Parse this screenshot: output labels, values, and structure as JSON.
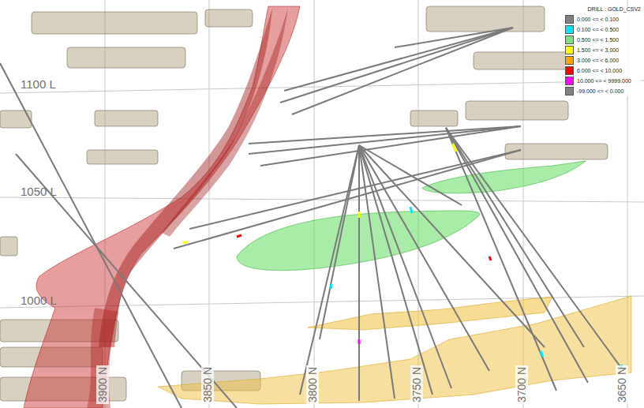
{
  "diagram": {
    "labels": [
      "1100 L",
      "1050 L",
      "1000 L",
      "3900 N",
      "3850 N",
      "3800 N",
      "3750 N",
      "3700 N",
      "3650 N",
      "DRILL : GOLD_CSV2"
    ],
    "legend": [
      {
        "text": "0.000 <= < 0.100",
        "color": "#808080"
      },
      {
        "text": "0.100 <= < 0.500",
        "color": "#00e5ff"
      },
      {
        "text": "0.500 <= < 1.500",
        "color": "#7fe07f"
      },
      {
        "text": "1.500 <= < 3.000",
        "color": "#ffff00"
      },
      {
        "text": "3.000 <= < 6.000",
        "color": "#ffa500"
      },
      {
        "text": "6.000 <= < 10.000",
        "color": "#ff0000"
      },
      {
        "text": "10.000 <= < 9999.000",
        "color": "#ff00ff"
      },
      {
        "text": "-99.000 <= < 0.000",
        "color": "#808080"
      }
    ]
  }
}
